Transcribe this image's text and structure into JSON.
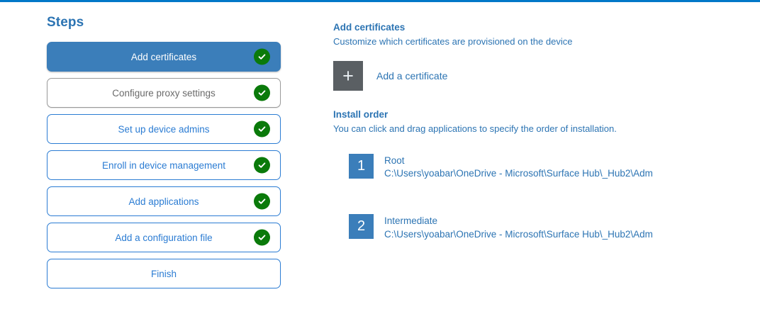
{
  "theme": {
    "accent_blue": "#0078c8",
    "link_blue": "#2c74b3",
    "active_step_bg": "#3b7eba",
    "check_green": "#0a7a0a",
    "plus_tile_gray": "#5a5f63",
    "muted_gray": "#6a6a6a"
  },
  "steps_panel": {
    "heading": "Steps",
    "items": [
      {
        "label": "Add certificates",
        "state": "active",
        "completed": true
      },
      {
        "label": "Configure proxy settings",
        "state": "muted",
        "completed": true
      },
      {
        "label": "Set up device admins",
        "state": "normal",
        "completed": true
      },
      {
        "label": "Enroll in device management",
        "state": "normal",
        "completed": true
      },
      {
        "label": "Add applications",
        "state": "normal",
        "completed": true
      },
      {
        "label": "Add a configuration file",
        "state": "normal",
        "completed": true
      },
      {
        "label": "Finish",
        "state": "normal",
        "completed": false
      }
    ]
  },
  "detail_panel": {
    "title": "Add certificates",
    "subtitle": "Customize which certificates are provisioned on the device",
    "add_certificate": {
      "icon": "plus-icon",
      "glyph": "+",
      "label": "Add a certificate"
    },
    "install_order": {
      "title": "Install order",
      "subtitle": "You can click and drag applications to specify the order of installation.",
      "items": [
        {
          "number": "1",
          "name": "Root",
          "path": "C:\\Users\\yoabar\\OneDrive - Microsoft\\Surface Hub\\_Hub2\\Adm"
        },
        {
          "number": "2",
          "name": "Intermediate",
          "path": "C:\\Users\\yoabar\\OneDrive - Microsoft\\Surface Hub\\_Hub2\\Adm"
        }
      ]
    }
  }
}
